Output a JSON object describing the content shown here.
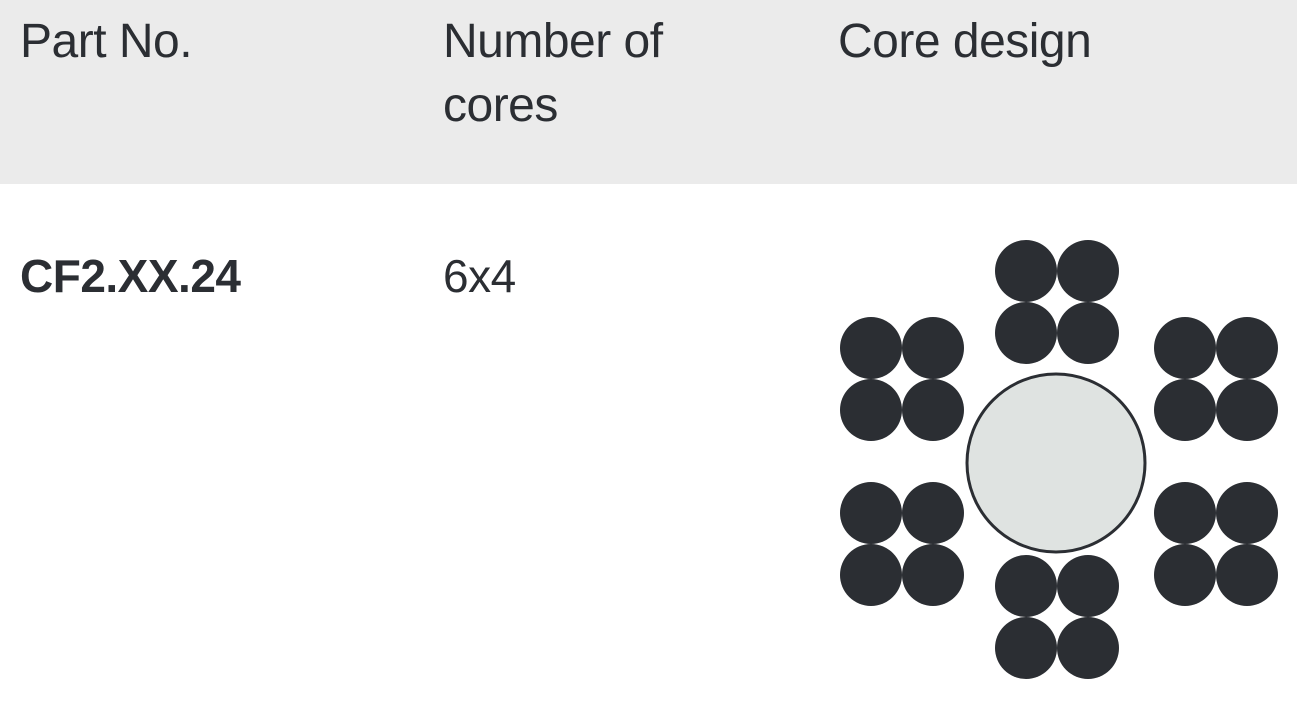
{
  "table": {
    "headers": {
      "part_no": "Part No.",
      "number_of_cores_line1": "Number of",
      "number_of_cores_line2": "cores",
      "core_design": "Core design"
    },
    "rows": [
      {
        "part_no": "CF2.XX.24",
        "number_of_cores": "6x4",
        "core_design_icon": "cable-cross-section-6x4-icon"
      }
    ]
  },
  "colors": {
    "header_background": "#ebebeb",
    "text": "#2b2e33",
    "core_fill": "#2b2e33",
    "center_filler_fill": "#dfe3e1",
    "center_filler_stroke": "#2b2e33"
  }
}
